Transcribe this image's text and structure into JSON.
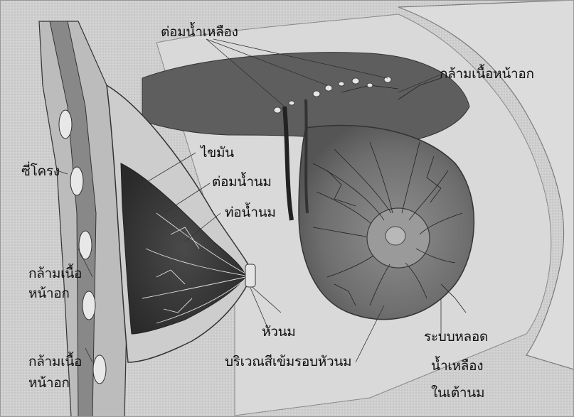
{
  "labels": {
    "lymph_nodes": "ต่อมน้ำเหลือง",
    "pectoral_muscle_top": "กล้ามเนื้อหน้าอก",
    "ribs": "ซี่โครง",
    "fat": "ไขมัน",
    "mammary_gland": "ต่อมน้ำนม",
    "milk_duct": "ท่อน้ำนม",
    "pectoral_muscle_1a": "กล้ามเนื้อ",
    "pectoral_muscle_1b": "หน้าอก",
    "pectoral_muscle_2a": "กล้ามเนื้อ",
    "pectoral_muscle_2b": "หน้าอก",
    "nipple": "หัวนม",
    "areola": "บริเวณสีเข้มรอบหัวนม",
    "lymphatic_system_1": "ระบบหลอด",
    "lymphatic_system_2": "น้ำเหลือง",
    "lymphatic_system_3": "ในเต้านม"
  }
}
